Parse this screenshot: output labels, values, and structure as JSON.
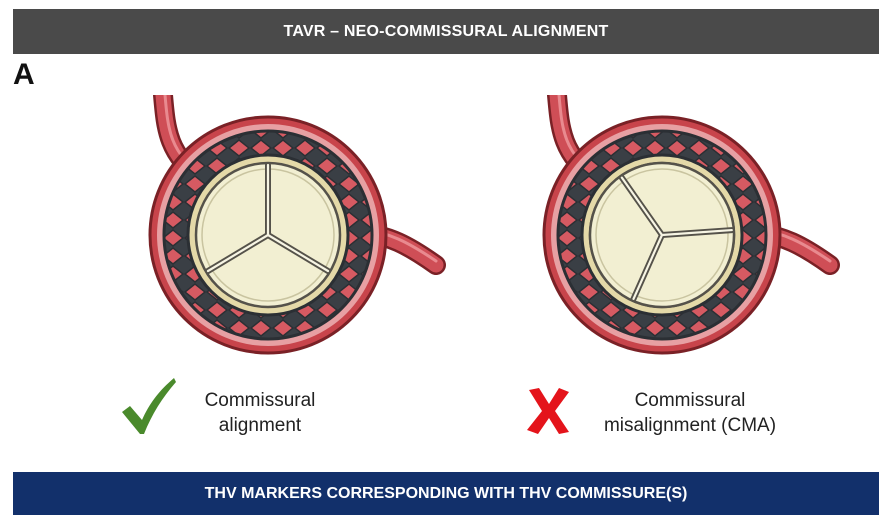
{
  "header": {
    "title": "TAVR – NEO-COMMISSURAL ALIGNMENT"
  },
  "panel": {
    "letter": "A"
  },
  "figures": [
    {
      "caption": "Commissural\nalignment",
      "status": "correct",
      "status_icon": "check-icon",
      "status_color": "#4a8a2c"
    },
    {
      "caption": "Commissural\nmisalignment (CMA)",
      "status": "incorrect",
      "status_icon": "cross-icon",
      "status_color": "#e4141b"
    }
  ],
  "footer": {
    "title": "THV MARKERS CORRESPONDING WITH THV COMMISSURE(S)"
  },
  "colors": {
    "banner_top": "#4a4a4a",
    "banner_bottom": "#12306b",
    "vessel_red": "#c8444b",
    "leaflet_cream": "#efeccc"
  }
}
